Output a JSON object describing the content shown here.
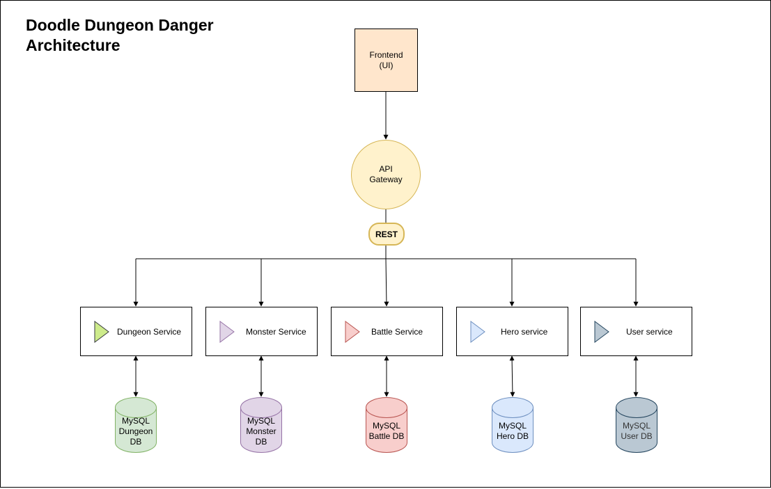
{
  "title_lines": [
    "Doodle Dungeon Danger",
    "Architecture"
  ],
  "frontend": {
    "line1": "Frontend",
    "line2": "(UI)",
    "fill": "#FFE6CC",
    "stroke": "#000000"
  },
  "gateway": {
    "line1": "API",
    "line2": "Gateway",
    "fill": "#FFF2CC",
    "stroke": "#D6B656"
  },
  "protocol": {
    "label": "REST",
    "fill": "#FFF2CC",
    "stroke": "#D6B656"
  },
  "services": [
    {
      "label": "Dungeon Service",
      "icon": "play-triangle-icon",
      "icon_fill": "#CDEB8B",
      "icon_stroke": "#36393D"
    },
    {
      "label": "Monster Service",
      "icon": "play-triangle-icon",
      "icon_fill": "#E1D5E7",
      "icon_stroke": "#9673A6"
    },
    {
      "label": "Battle Service",
      "icon": "play-triangle-icon",
      "icon_fill": "#F8CECC",
      "icon_stroke": "#B85450"
    },
    {
      "label": "Hero service",
      "icon": "play-triangle-icon",
      "icon_fill": "#DAE8FC",
      "icon_stroke": "#6C8EBF"
    },
    {
      "label": "User service",
      "icon": "play-triangle-icon",
      "icon_fill": "#BAC8D3",
      "icon_stroke": "#23445D"
    }
  ],
  "databases": [
    {
      "lines": [
        "MySQL",
        "Dungeon",
        "DB"
      ],
      "fill": "#D5E8D4",
      "stroke": "#82B366",
      "text_color": "#000000"
    },
    {
      "lines": [
        "MySQL",
        "Monster",
        "DB"
      ],
      "fill": "#E1D5E7",
      "stroke": "#9673A6",
      "text_color": "#000000"
    },
    {
      "lines": [
        "MySQL",
        "Battle DB"
      ],
      "fill": "#F8CECC",
      "stroke": "#B85450",
      "text_color": "#000000"
    },
    {
      "lines": [
        "MySQL",
        "Hero DB"
      ],
      "fill": "#DAE8FC",
      "stroke": "#6C8EBF",
      "text_color": "#000000"
    },
    {
      "lines": [
        "MySQL",
        "User DB"
      ],
      "fill": "#BAC8D3",
      "stroke": "#23445D",
      "text_color": "#333333"
    }
  ],
  "connections": [
    {
      "from": "frontend",
      "to": "gateway",
      "type": "one-way-arrow"
    },
    {
      "from": "gateway",
      "to": "services",
      "type": "fan-out-arrows",
      "via": "REST"
    },
    {
      "from": "services",
      "to": "databases",
      "type": "two-way-arrows"
    }
  ]
}
